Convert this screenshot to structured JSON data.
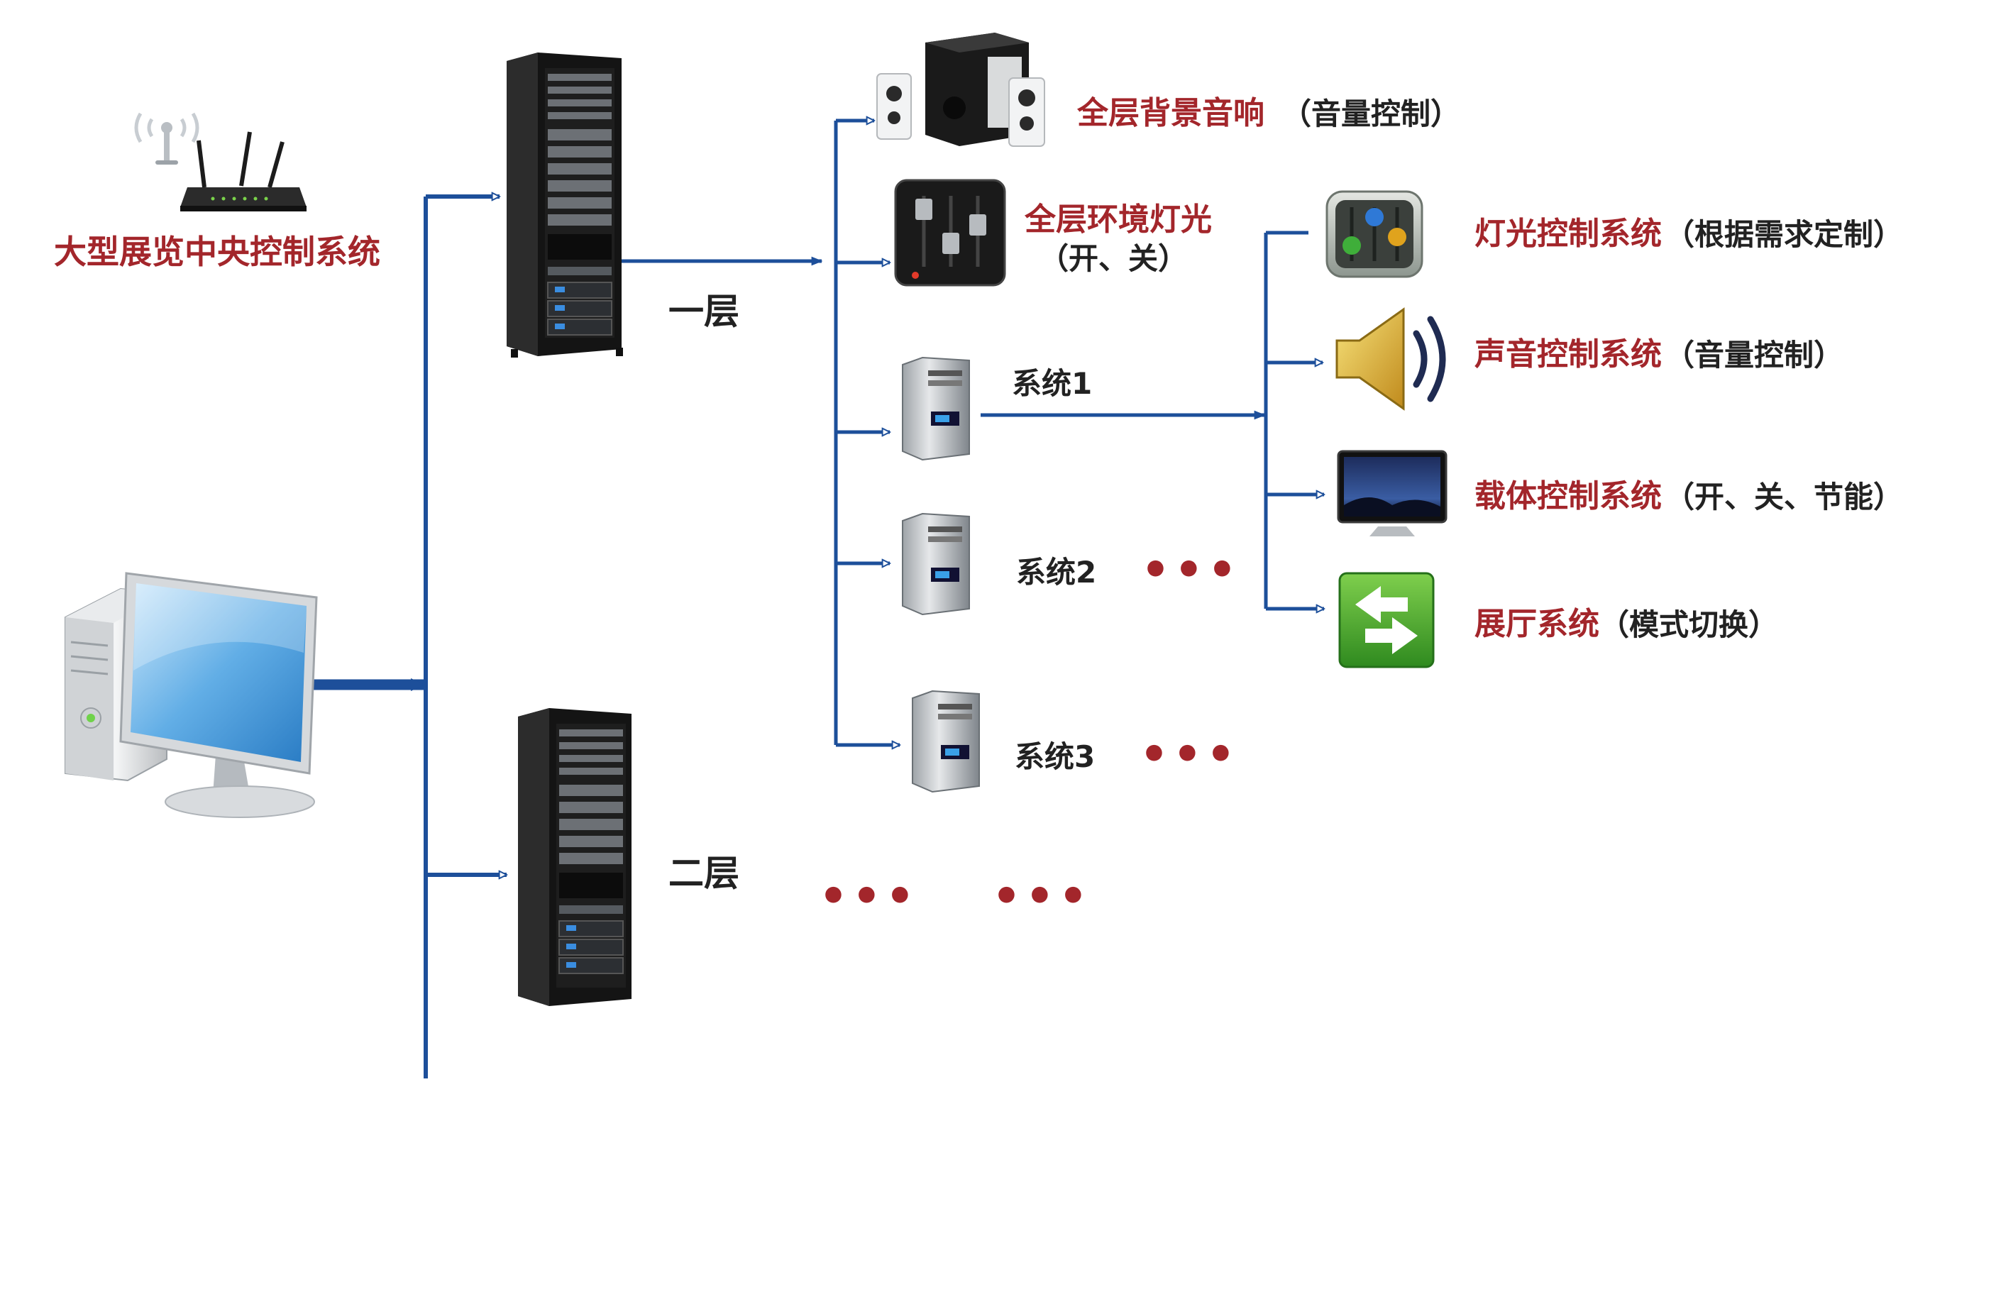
{
  "central_system": {
    "title": "大型展览中央控制系统"
  },
  "floors": [
    {
      "label": "一层"
    },
    {
      "label": "二层"
    }
  ],
  "floor1_items": {
    "audio": {
      "main": "全层背景音响",
      "sub": "（音量控制）"
    },
    "lighting": {
      "main": "全层环境灯光",
      "sub": "（开、关）"
    },
    "systems": [
      {
        "label": "系统1"
      },
      {
        "label": "系统2",
        "ellipsis": "•••"
      },
      {
        "label": "系统3",
        "ellipsis": "•••"
      }
    ]
  },
  "system1_subsystems": [
    {
      "main": "灯光控制系统",
      "sub": "（根据需求定制）",
      "icon": "mixer-icon"
    },
    {
      "main": "声音控制系统",
      "sub": "（音量控制）",
      "icon": "speaker-icon"
    },
    {
      "main": "载体控制系统",
      "sub": "（开、关、节能）",
      "icon": "monitor-icon"
    },
    {
      "main": "展厅系统",
      "sub": "（模式切换）",
      "icon": "switch-arrows-icon"
    }
  ],
  "floor2_ellipsis": [
    "•••",
    "•••"
  ],
  "colors": {
    "line": "#1d4f9a",
    "label_red": "#a3262b",
    "label_dark": "#222222"
  }
}
